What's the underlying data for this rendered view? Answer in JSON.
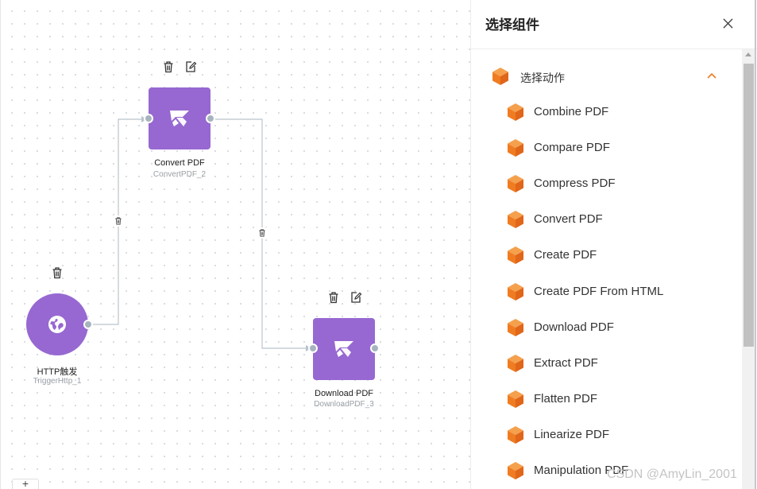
{
  "canvas": {
    "nodes": {
      "convert": {
        "name": "Convert PDF",
        "id": "ConvertPDF_2"
      },
      "download": {
        "name": "Download PDF",
        "id": "DownloadPDF_3"
      },
      "trigger": {
        "name": "HTTP触发",
        "id": "TriggerHttp_1"
      }
    },
    "corner_button": "+"
  },
  "panel": {
    "title": "选择组件",
    "group": {
      "label": "选择动作",
      "expanded": true
    },
    "items": [
      "Combine PDF",
      "Compare PDF",
      "Compress PDF",
      "Convert PDF",
      "Create PDF",
      "Create PDF From HTML",
      "Download PDF",
      "Extract PDF",
      "Flatten PDF",
      "Linearize PDF",
      "Manipulation PDF"
    ]
  },
  "watermark": "CSDN @AmyLin_2001",
  "colors": {
    "node": "#9768d1",
    "accent": "#f07c22",
    "edge": "#b9c4cc"
  },
  "icons": [
    "trash-icon",
    "edit-icon",
    "pdf-logo-icon",
    "globe-icon",
    "close-icon",
    "cube-icon",
    "chevron-up-icon"
  ]
}
